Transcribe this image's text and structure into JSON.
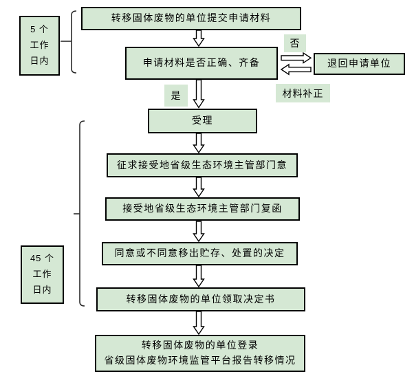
{
  "colors": {
    "fill": "#d5e8d4",
    "border": "#000000"
  },
  "side_labels": {
    "five_days": {
      "line1": "5 个",
      "line2": "工作",
      "line3": "日内"
    },
    "forty_five_days": {
      "line1": "45 个",
      "line2": "工作",
      "line3": "日内"
    }
  },
  "nodes": {
    "submit": "转移固体废物的单位提交申请材料",
    "check": "申请材料是否正确、齐备",
    "return_unit": "退回申请单位",
    "accept": "受理",
    "consult": "征求接受地省级生态环境主管部门意",
    "reply": "接受地省级生态环境主管部门复函",
    "decision": "同意或不同意移出贮存、处置的决定",
    "receive": "转移固体废物的单位领取决定书",
    "report_line1": "转移固体废物的单位登录",
    "report_line2": "省级固体废物环境监管平台报告转移情况"
  },
  "edge_labels": {
    "no": "否",
    "yes": "是",
    "supplement": "材料补正"
  },
  "icons": {
    "down_arrow": "hollow-down-arrow",
    "right_arrow": "hollow-right-arrow",
    "left_arrow": "hollow-left-arrow",
    "brace": "left-curly-brace"
  }
}
